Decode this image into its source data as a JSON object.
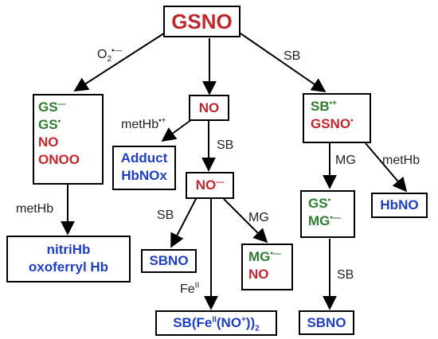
{
  "colors": {
    "red": "#c0272d",
    "green": "#2e7d32",
    "blue": "#1f3fbf"
  },
  "nodes": {
    "gsno": "GSNO",
    "left_box": {
      "gs_minus": "GS",
      "gs_dot": "GS",
      "no": "NO",
      "onoo": "ONOO"
    },
    "no_center": "NO",
    "adduct": {
      "line1": "Adduct",
      "line2": "HbNOx"
    },
    "no_minus": "NO",
    "right_box": {
      "sb": "SB",
      "gsno_dot": "GSNO"
    },
    "nitri": {
      "line1": "nitriHb",
      "line2": "oxoferryl Hb"
    },
    "sbno_center": "SBNO",
    "mg_box": {
      "mg": "MG",
      "no": "NO"
    },
    "sb_fe": {
      "prefix": "SB(Fe",
      "sup": "II",
      "mid": "(NO",
      "plus": "+",
      "close": "))",
      "sub": "2"
    },
    "gs_mg_box": {
      "gs": "GS",
      "mg": "MG"
    },
    "hbno": "HbNO",
    "sbno_right": "SBNO"
  },
  "edge_labels": {
    "o2": {
      "base": "O",
      "sub": "2"
    },
    "sb_top": "SB",
    "methb_plus": "metHb",
    "sb_center": "SB",
    "methb_left": "metHb",
    "sb_left": "SB",
    "mg_center": "MG",
    "fe": {
      "base": "Fe",
      "sup": "II"
    },
    "mg_right": "MG",
    "methb_right": "metHb",
    "sb_right": "SB"
  }
}
